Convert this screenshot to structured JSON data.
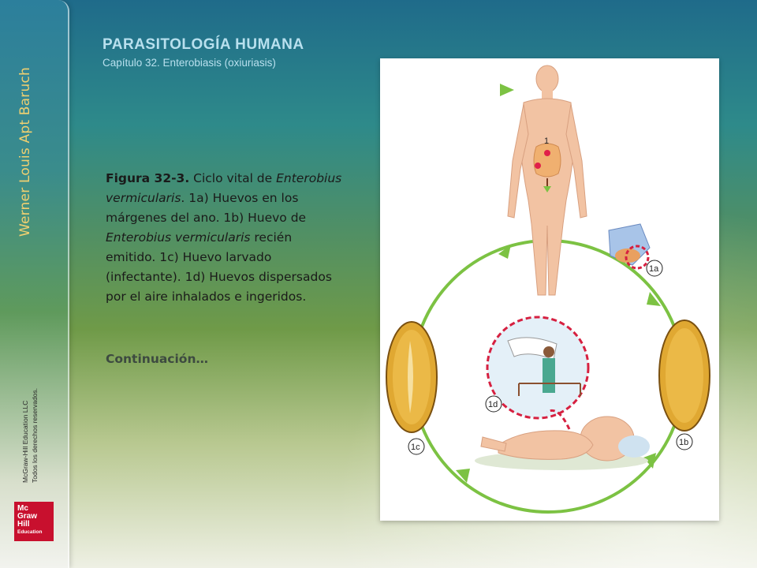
{
  "sidebar": {
    "author": "Werner Louis Apt Baruch",
    "copyright_line1": "McGraw-Hill Education LLC",
    "copyright_line2": "Todos los derechos reservados.",
    "logo": {
      "line1": "Mc",
      "line2": "Graw",
      "line3": "Hill",
      "line4": "Education"
    }
  },
  "header": {
    "title": "PARASITOLOGÍA HUMANA",
    "subtitle": "Capítulo 32. Enterobiasis (oxiuriasis)"
  },
  "caption": {
    "figure_label": "Figura 32-3.",
    "part1": " Ciclo vital de ",
    "species1": "Enterobius vermicularis",
    "part2": ". 1a) Huevos en los márgenes del ano. 1b) Huevo de ",
    "species2": "Enterobius vermicularis",
    "part3": " recién emitido. 1c) Huevo larvado (infectante). 1d) Huevos dispersados por el aire inhalados e ingeridos."
  },
  "continuation": "Continuación…",
  "figure": {
    "labels": {
      "step1": "1",
      "step1a": "1a",
      "step1b": "1b",
      "step1c": "1c",
      "step1d": "1d"
    },
    "colors": {
      "cycle_arrow": "#7cc243",
      "egg_fill": "#e0a832",
      "highlight_dash": "#d62040",
      "skin": "#f2c3a3"
    }
  }
}
